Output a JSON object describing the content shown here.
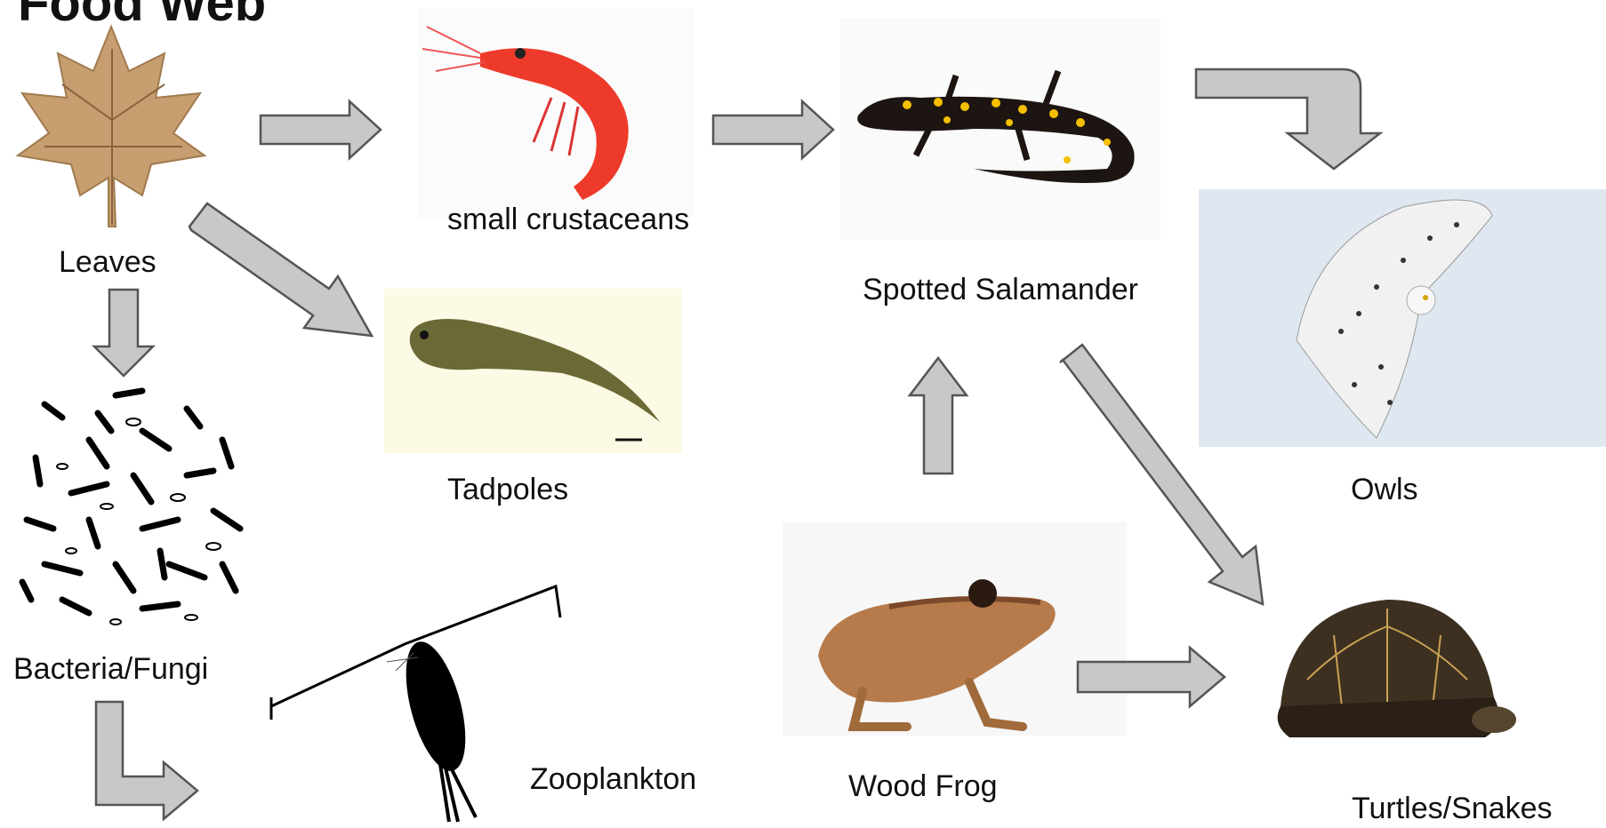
{
  "title": "Food Web",
  "nodes": {
    "leaves": "Leaves",
    "crustaceans": "small crustaceans",
    "salamander": "Spotted Salamander",
    "owls": "Owls",
    "tadpoles": "Tadpoles",
    "bacteria": "Bacteria/Fungi",
    "zooplankton": "Zooplankton",
    "frog": "Wood Frog",
    "turtles": "Turtles/Snakes"
  },
  "colors": {
    "arrow_fill": "#c8c8c8",
    "arrow_stroke": "#555555"
  }
}
